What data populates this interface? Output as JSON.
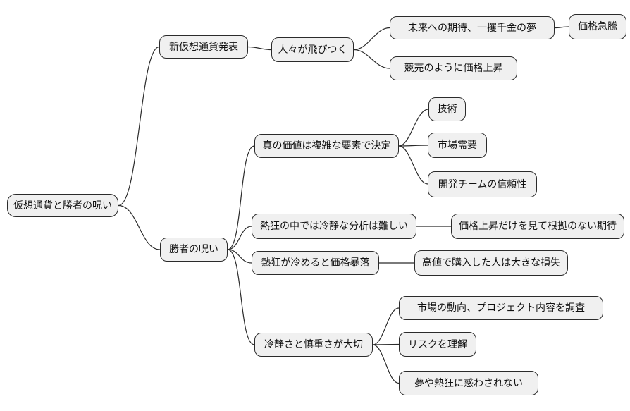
{
  "mindmap": {
    "title": "仮想通貨と勝者の呪い",
    "style": {
      "background": "#ffffff",
      "node_fill": "#f0f0f0",
      "node_border": "#2b2b2b",
      "line_color": "#2b2b2b",
      "text_color": "#111111"
    },
    "root": {
      "label": "仮想通貨と勝者の呪い",
      "children": [
        {
          "label": "新仮想通貨発表",
          "children": [
            {
              "label": "人々が飛びつく",
              "children": [
                {
                  "label": "未来への期待、一攫千金の夢",
                  "children": [
                    {
                      "label": "価格急騰"
                    }
                  ]
                },
                {
                  "label": "競売のように価格上昇"
                }
              ]
            }
          ]
        },
        {
          "label": "勝者の呪い",
          "children": [
            {
              "label": "真の価値は複雑な要素で決定",
              "children": [
                {
                  "label": "技術"
                },
                {
                  "label": "市場需要"
                },
                {
                  "label": "開発チームの信頼性"
                }
              ]
            },
            {
              "label": "熱狂の中では冷静な分析は難しい",
              "children": [
                {
                  "label": "価格上昇だけを見て根拠のない期待"
                }
              ]
            },
            {
              "label": "熱狂が冷めると価格暴落",
              "children": [
                {
                  "label": "高値で購入した人は大きな損失"
                }
              ]
            },
            {
              "label": "冷静さと慎重さが大切",
              "children": [
                {
                  "label": "市場の動向、プロジェクト内容を調査"
                },
                {
                  "label": "リスクを理解"
                },
                {
                  "label": "夢や熱狂に惑わされない"
                }
              ]
            }
          ]
        }
      ]
    }
  }
}
